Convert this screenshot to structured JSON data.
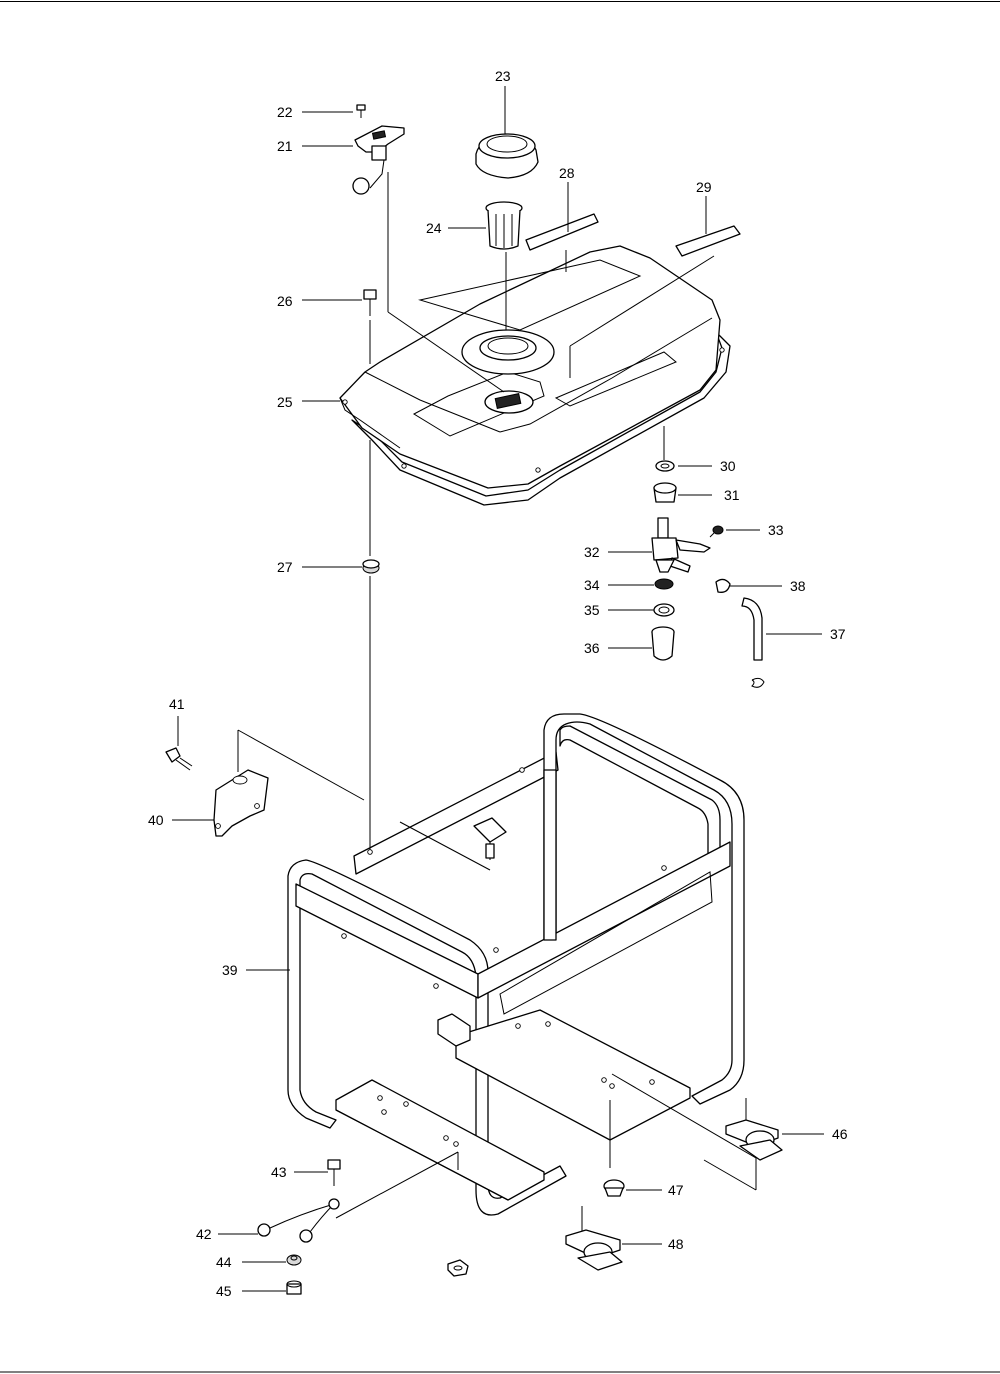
{
  "part_labels": {
    "p21": "21",
    "p22": "22",
    "p23": "23",
    "p24": "24",
    "p25": "25",
    "p26": "26",
    "p27": "27",
    "p28": "28",
    "p29": "29",
    "p30": "30",
    "p31": "31",
    "p32": "32",
    "p33": "33",
    "p34": "34",
    "p35": "35",
    "p36": "36",
    "p37": "37",
    "p38": "38",
    "p39": "39",
    "p40": "40",
    "p41": "41",
    "p42": "42",
    "p43": "43",
    "p44": "44",
    "p45": "45",
    "p46": "46",
    "p47": "47",
    "p48": "48"
  }
}
